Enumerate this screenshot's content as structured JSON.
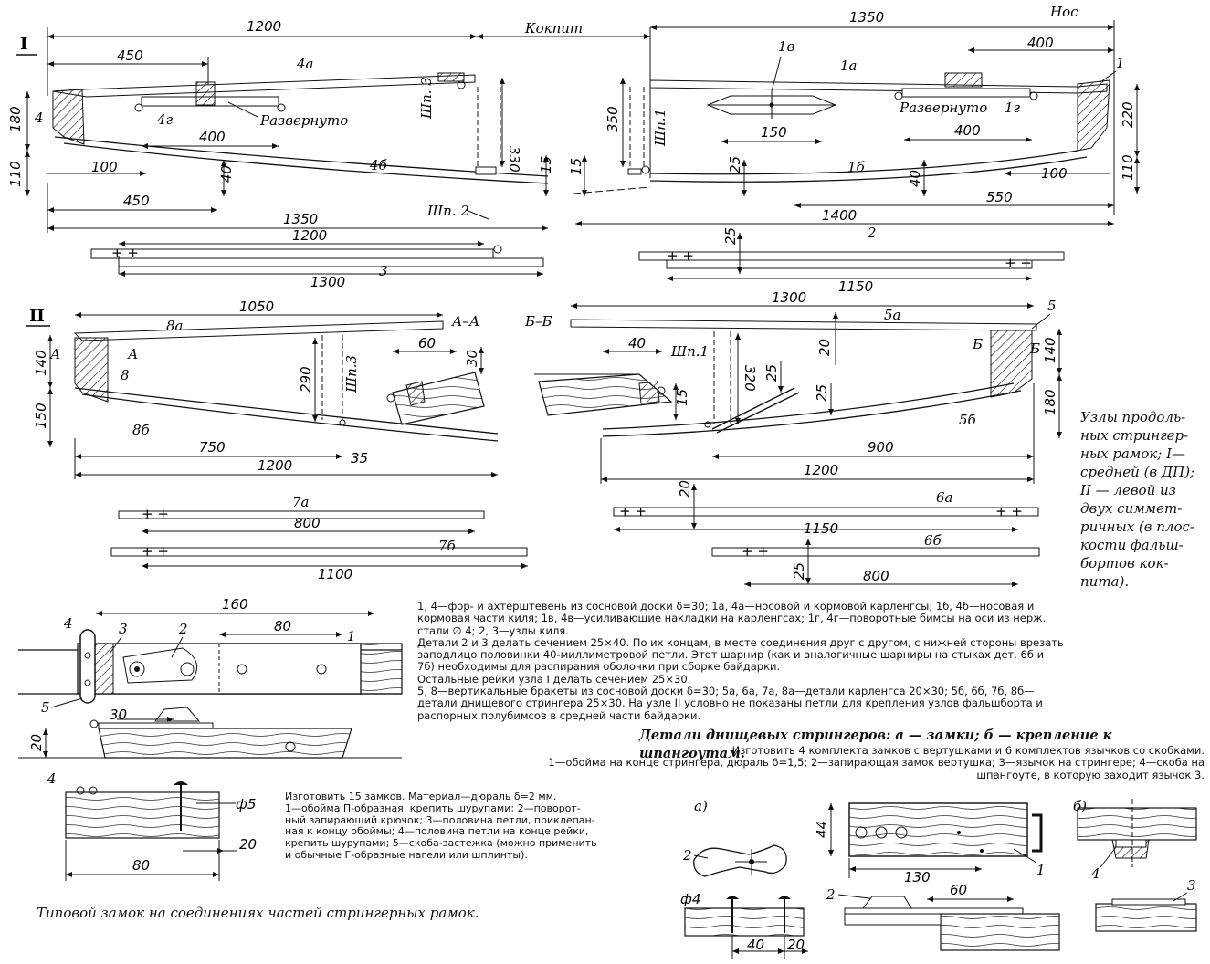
{
  "node1": {
    "roman": "I",
    "d1200": "1200",
    "d1350": "1350",
    "kokpit": "Кокпит",
    "nos": "Нос",
    "d450a": "450",
    "d400a": "400",
    "d400b": "400",
    "d400c": "400",
    "l4a": "4а",
    "l1v": "1в",
    "l1a": "1а",
    "l1": "1",
    "l4": "4",
    "l4g": "4г",
    "l1g": "1г",
    "razv1": "Развернуто",
    "razv2": "Развернуто",
    "sp3": "Шп. 3",
    "sp1": "Шп.1",
    "sp2": "Шп. 2",
    "d330": "330",
    "d350": "350",
    "d150": "150",
    "d180": "180",
    "d220": "220",
    "d110a": "110",
    "d110b": "110",
    "d100a": "100",
    "d100b": "100",
    "d40a": "40",
    "d40b": "40",
    "d15a": "15",
    "d15b": "15",
    "d25a": "25",
    "l4b": "4б",
    "l1b": "1б",
    "d450b": "450",
    "d550": "550",
    "d1350b": "1350",
    "d1400": "1400"
  },
  "rails": {
    "d1200": "1200",
    "d1300": "1300",
    "l3": "3",
    "l2": "2",
    "d25": "25",
    "d1150": "1150"
  },
  "node2": {
    "roman": "II",
    "d1050": "1050",
    "d1300": "1300",
    "l8a": "8а",
    "l5a": "5а",
    "aa": "А–А",
    "bb": "Б–Б",
    "aMark": "А",
    "bMark": "Б",
    "l8": "8",
    "l5": "5",
    "d140a": "140",
    "d140b": "140",
    "d150": "150",
    "d180": "180",
    "d290": "290",
    "d320": "320",
    "sp3": "Шп.3",
    "sp1": "Шп.1",
    "d60": "60",
    "d30": "30",
    "d40": "40",
    "d15": "15",
    "d25a": "25",
    "d25b": "25",
    "d20": "20",
    "l8b": "8б",
    "l5b": "5б",
    "d750": "750",
    "d35": "35",
    "d900": "900",
    "d1200a": "1200",
    "d1200b": "1200"
  },
  "rails2": {
    "l7a": "7а",
    "l7b": "7б",
    "l6a": "6а",
    "l6b": "6б",
    "d800a": "800",
    "d1100": "1100",
    "d20": "20",
    "d1150": "1150",
    "d25": "25",
    "d800b": "800"
  },
  "side_caption": [
    "Узлы продоль-",
    "ных стрингер-",
    "ных рамок; I—",
    "средней (в ДП);",
    "II — левой из",
    "двух симмет-",
    "ричных (в плос-",
    "кости фальш-",
    "бортов кок-",
    "пита)."
  ],
  "lock": {
    "d160": "160",
    "d80": "80",
    "d30": "30",
    "d20a": "20",
    "d80b": "80",
    "d20b": "20",
    "phi5": "ф5",
    "n1": "1",
    "n2": "2",
    "n3": "3",
    "n4": "4",
    "n4b": "4",
    "n5": "5"
  },
  "lock_text": [
    "Изготовить 15 замков. Материал—дюраль δ=2 мм.",
    "1—обойма П-образная, крепить шурупами; 2—поворот-",
    "ный запирающий крючок; 3—половина петли, приклепан-",
    "ная к концу обоймы; 4—половина петли на конце рейки,",
    "крепить шурупами; 5—скоба-застежка (можно применить",
    "и обычные Г-образные нагели или шплинты)."
  ],
  "lock_caption": "Типовой замок на соединениях частей стрингерных рамок.",
  "main_text": [
    "1, 4—фор- и ахтерштевень из сосновой доски δ=30; 1а, 4а—носовой и кормовой карленгсы; 1б, 4б—носовая и",
    "кормовая части киля; 1в, 4в—усиливающие накладки на карленгсах; 1г, 4г—поворотные бимсы на оси из нерж.",
    "стали ∅ 4; 2, 3—узлы киля.",
    "Детали 2 и 3 делать сечением 25×40. По их концам, в месте соединения друг с другом, с нижней стороны врезать",
    "заподлицо половинки 40-миллиметровой петли. Этот шарнир (как и аналогичные шарниры на стыках дет. 6б и",
    "7б) необходимы для распирания оболочки при сборке байдарки.",
    "Остальные рейки узла I делать сечением 25×30.",
    "5, 8—вертикальные бракеты из сосновой доски δ=30; 5а, 6а, 7а, 8а—детали карленгса 20×30; 5б, 6б, 7б, 8б—",
    "детали днищевого стрингера 25×30. На узле II условно не показаны петли для крепления узлов фальшборта и",
    "распорных полубимсов в средней части байдарки."
  ],
  "details_title": "Детали днищевых стрингеров: а — замки; б — крепление к шпангоутам.",
  "details_text": [
    "Изготовить 4 комплекта замков с вертушками и 6 комплектов язычков со скобками.",
    "1—обойма на конце стрингера, дюраль δ=1,5; 2—запирающая замок вертушка; 3—язычок на стрингере; 4—скоба на",
    "шпангоуте, в которую заходит язычок 3."
  ],
  "detail_fig": {
    "a": "а)",
    "b": "б)",
    "d44": "44",
    "d130": "130",
    "d60": "60",
    "d40": "40",
    "d20": "20",
    "phi4": "ф4",
    "n1": "1",
    "n2a": "2",
    "n2b": "2",
    "n3": "3",
    "n4": "4"
  }
}
